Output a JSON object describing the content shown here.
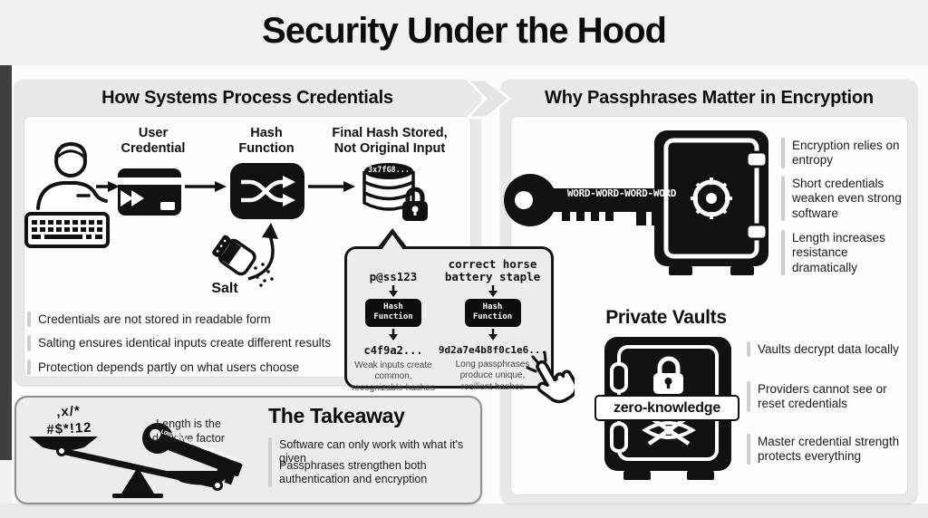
{
  "page": {
    "title": "Security Under the Hood"
  },
  "credentials_panel": {
    "title": "How Systems Process Credentials",
    "user_credential_label": "User Credential",
    "hash_function_label": "Hash Function",
    "stored_label_line1": "Final Hash Stored,",
    "stored_label_line2": "Not Original Input",
    "db_hash": "3x7fG8...",
    "salt_label": "Salt",
    "bullets": [
      "Credentials are not stored in readable form",
      "Salting ensures identical inputs create different results",
      "Protection depends partly on what users choose"
    ]
  },
  "callout": {
    "weak_input": "p@ss123",
    "weak_box": "Hash Function",
    "weak_output": "c4f9a2...",
    "weak_caption": "Weak inputs create common, recognizable hashes",
    "strong_input": "correct horse battery staple",
    "strong_box": "Hash Function",
    "strong_output": "9d2a7e4b8f0c1e6...",
    "strong_caption": "Long passphrases produce unique, resilient hashes"
  },
  "encryption_panel": {
    "title": "Why Passphrases Matter in Encryption",
    "key_text": "WORD-WORD-WORD-WORD",
    "bullets": [
      "Encryption relies on entropy",
      "Short credentials weaken even strong software",
      "Length increases resistance dramatically"
    ],
    "vault_title": "Private Vaults",
    "vault_banner": "zero-knowledge",
    "vault_bullets": [
      "Vaults decrypt data locally",
      "Providers cannot see or reset credentials",
      "Master credential strength protects everything"
    ]
  },
  "takeaway": {
    "title": "The Takeaway",
    "symbols_line1": ",x/*",
    "symbols_line2": "#$*!12",
    "caption": "Length is the decisive factor",
    "key_text": "LONG-SECURE-PASSPHRASE-KEY",
    "bullets": [
      "Software can only work with what it's given",
      "Passphrases strengthen both authentication and encryption"
    ]
  }
}
